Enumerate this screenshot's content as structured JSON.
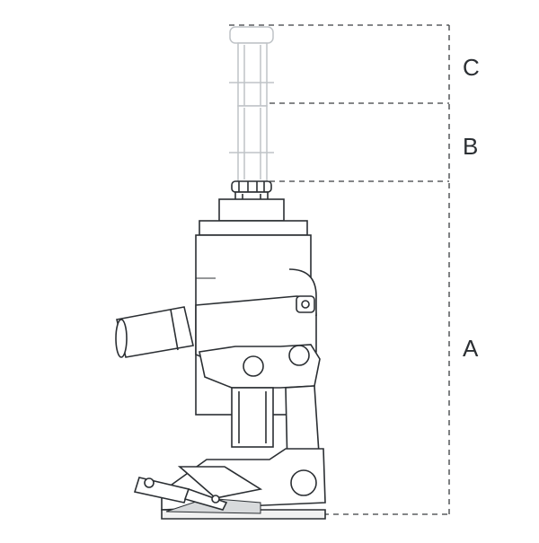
{
  "diagram": {
    "dimensions": [
      {
        "id": "C",
        "label": "C"
      },
      {
        "id": "B",
        "label": "B"
      },
      {
        "id": "A",
        "label": "A"
      }
    ],
    "colors": {
      "line": "#2b2f33",
      "ghost": "#bfc3c7",
      "dash": "#3a3d40"
    }
  }
}
